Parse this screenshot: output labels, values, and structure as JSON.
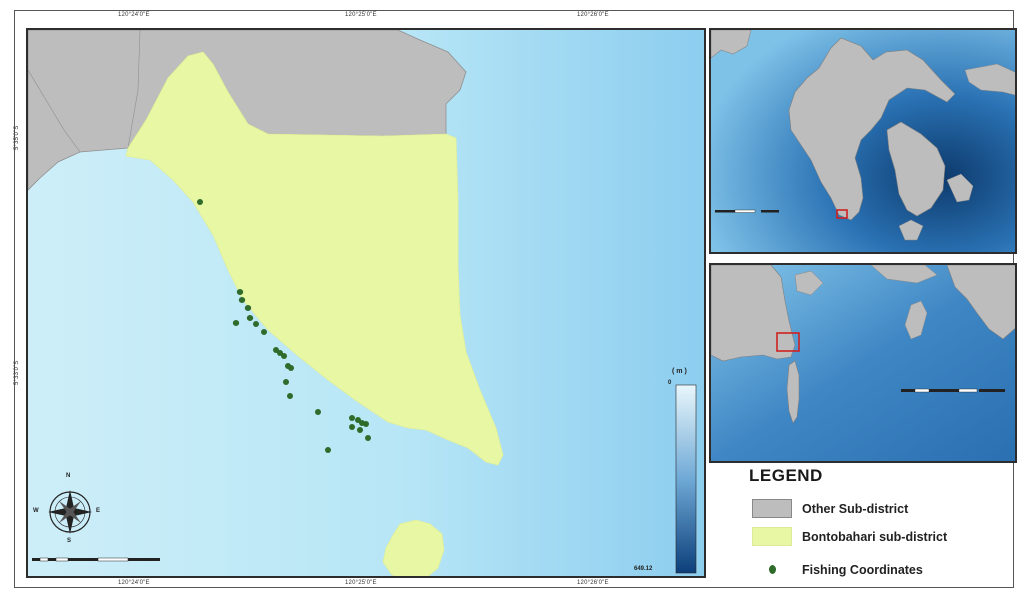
{
  "map": {
    "ticks_top": [
      "120°24'0\"E",
      "120°25'0\"E",
      "120°26'0\"E"
    ],
    "ticks_bottom": [
      "120°24'0\"E",
      "120°25'0\"E",
      "120°26'0\"E"
    ],
    "ticks_left": [
      "5°35'0\"S",
      "5°33'0\"S"
    ],
    "depth_unit": "( m )",
    "depth_max": "0",
    "depth_min": "649.12",
    "compass": {
      "n": "N",
      "s": "S",
      "e": "E",
      "w": "W"
    },
    "fishing_points_count": 24
  },
  "legend": {
    "title": "LEGEND",
    "other": "Other Sub-district",
    "bontobahari": "Bontobahari sub-district",
    "fishing": "Fishing Coordinates"
  },
  "colors": {
    "sea_light": "#c5ecf8",
    "sea_mid": "#8fd0f0",
    "land_other": "#bdbdbd",
    "bontobahari": "#e8f7a4",
    "fishing_point": "#2f6b2a",
    "deep_sea": "#1f5fa0"
  }
}
